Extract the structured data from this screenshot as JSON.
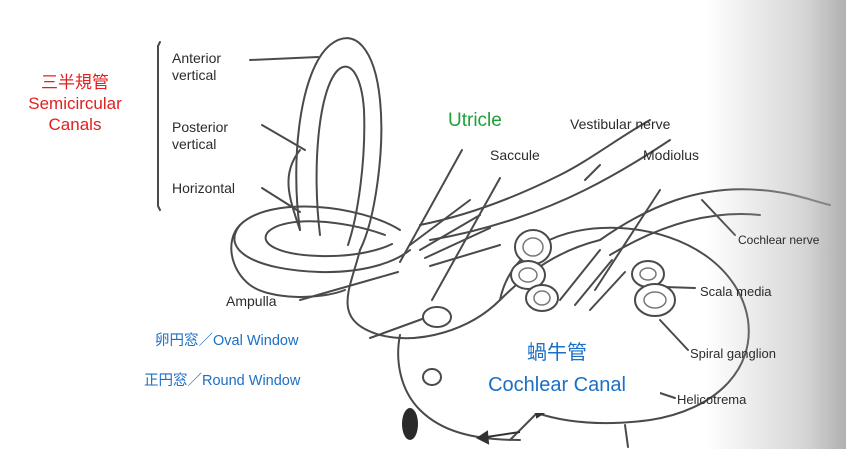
{
  "title_cn": "三半規管",
  "title_en_line1": "Semicircular",
  "title_en_line2": "Canals",
  "labels": {
    "anterior_1": "Anterior",
    "anterior_2": "vertical",
    "posterior_1": "Posterior",
    "posterior_2": "vertical",
    "horizontal": "Horizontal",
    "utricle": "Utricle",
    "saccule": "Saccule",
    "vestibular_nerve": "Vestibular nerve",
    "modiolus": "Modiolus",
    "cochlear_nerve": "Cochlear nerve",
    "scala_media": "Scala media",
    "ampulla": "Ampulla",
    "spiral_ganglion": "Spiral ganglion",
    "helicotrema": "Helicotrema",
    "oval_window": "卵円窓／Oval Window",
    "round_window": "正円窓／Round Window",
    "cochlear_canal_cn": "蝸牛管",
    "cochlear_canal_en": "Cochlear Canal"
  },
  "colors": {
    "annotation_red": "#e02020",
    "annotation_green": "#1ea03a",
    "annotation_blue": "#1b6fc4",
    "line_art": "#444444"
  }
}
